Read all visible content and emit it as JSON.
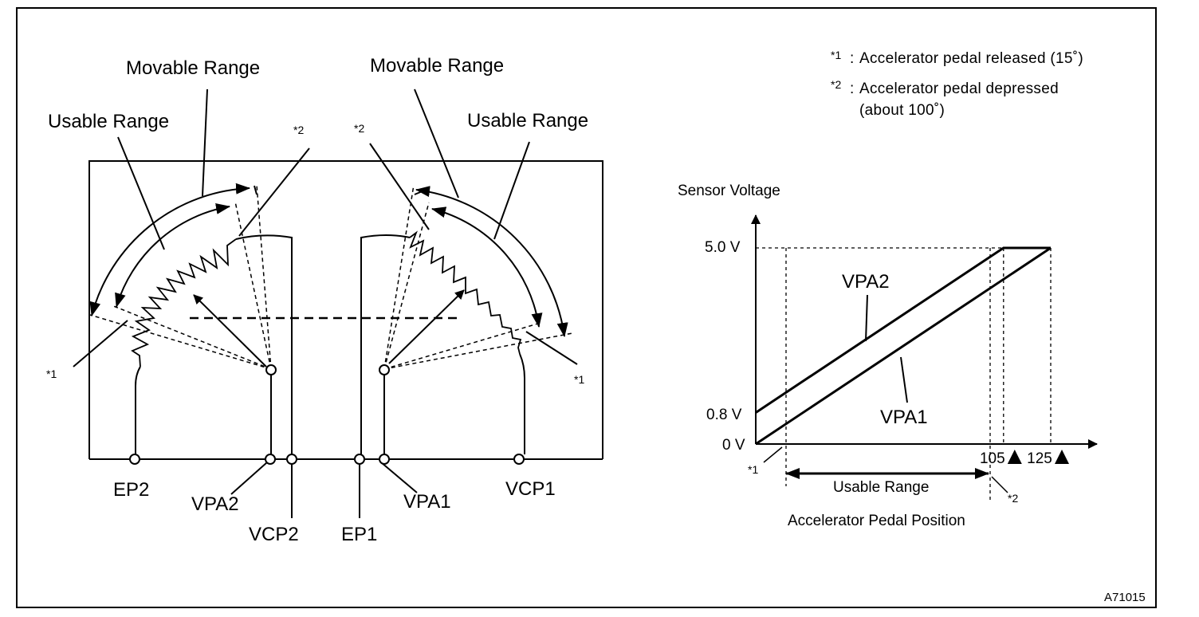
{
  "colors": {
    "ink": "#000000",
    "paper": "#ffffff"
  },
  "sensor_diagram": {
    "left_sensor": {
      "movable_range_label": "Movable Range",
      "usable_range_label": "Usable Range",
      "marker_released": "*1",
      "marker_depressed": "*2",
      "terminals": {
        "ep": "EP2",
        "vpa": "VPA2",
        "vcp": "VCP2"
      }
    },
    "right_sensor": {
      "movable_range_label": "Movable Range",
      "usable_range_label": "Usable Range",
      "marker_released": "*1",
      "marker_depressed": "*2",
      "terminals": {
        "ep": "EP1",
        "vpa": "VPA1",
        "vcp": "VCP1"
      }
    }
  },
  "notes": [
    {
      "marker": "*1",
      "text": "Accelerator pedal released (15˚)"
    },
    {
      "marker": "*2",
      "text_line1": "Accelerator pedal depressed",
      "text_line2": "(about 100˚)"
    }
  ],
  "chart_data": {
    "type": "line",
    "ylabel": "Sensor Voltage",
    "xlabel": "Accelerator Pedal Position",
    "y_ticks": [
      "5.0 V",
      "0.8 V",
      "0 V"
    ],
    "x_ticks": [
      "105",
      "125"
    ],
    "x_tick_markers": [
      "warning-triangle-icon",
      "warning-triangle-icon"
    ],
    "usable_range_label": "Usable Range",
    "marker_released": "*1",
    "marker_depressed": "*2",
    "series": [
      {
        "name": "VPA2",
        "x": [
          0,
          105,
          125
        ],
        "y": [
          0.8,
          5.0,
          5.0
        ]
      },
      {
        "name": "VPA1",
        "x": [
          0,
          125
        ],
        "y": [
          0.0,
          5.0
        ]
      }
    ]
  },
  "footer": {
    "figure_code": "A71015"
  }
}
